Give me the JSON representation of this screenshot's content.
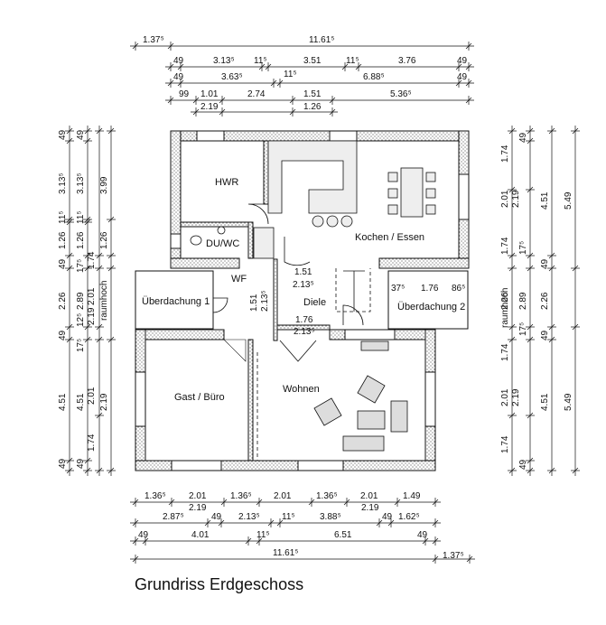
{
  "title": "Grundriss Erdgeschoss",
  "rooms": {
    "hwr": "HWR",
    "kochen": "Kochen / Essen",
    "du": "DU/WC",
    "wf": "WF",
    "ueb1": "Überdachung 1",
    "diele": "Diele",
    "ueb2": "Überdachung 2",
    "gast": "Gast / Büro",
    "wohnen": "Wohnen"
  },
  "interior_dims": {
    "d1": "1.51",
    "d2": "2.13⁵",
    "d3": "1.51",
    "d4": "2.13⁵",
    "d5": "1.76",
    "d6": "2.13⁵",
    "d7": "37⁵",
    "d8": "1.76",
    "d9": "86⁵"
  },
  "top_dims": {
    "r1": [
      "1.37⁵",
      "11.61⁵"
    ],
    "r2": [
      "49",
      "3.13⁵",
      "11⁵",
      "3.51",
      "11⁵",
      "3.76",
      "49"
    ],
    "r3": [
      "49",
      "3.63⁵",
      "11⁵",
      "6.88⁵",
      "49"
    ],
    "r4": [
      "99",
      "1.01",
      "2.74",
      "1.51",
      "5.36⁵"
    ],
    "r5": [
      "2.19",
      "1.26"
    ]
  },
  "bottom_dims": {
    "r1": [
      "1.36⁵",
      "2.01",
      "1.36⁵",
      "2.01",
      "1.36⁵",
      "2.01",
      "1.49"
    ],
    "r2": [
      "2.19",
      "2.19"
    ],
    "r3": [
      "2.87⁵",
      "49",
      "2.13⁵",
      "11⁵",
      "3.88⁵",
      "49",
      "1.62⁵"
    ],
    "r4": [
      "49",
      "4.01",
      "11⁵",
      "6.51",
      "49"
    ],
    "r5": [
      "11.61⁵",
      "1.37⁵"
    ]
  },
  "left_dims": {
    "c1": [
      "49",
      "3.13⁵",
      "11⁵",
      "1.26",
      "49",
      "2.26",
      "49",
      "4.51",
      "49"
    ],
    "c2": [
      "49",
      "3.13⁵",
      "11⁵",
      "1.26",
      "17⁵",
      "2.89",
      "12⁵",
      "17⁵",
      "4.51",
      "49"
    ],
    "c3": [
      "2.01",
      "1.74",
      "2.01",
      "1.74"
    ],
    "c4": [
      "1.26",
      "2.19",
      "2.19",
      "raumhoch"
    ],
    "c5": [
      "3.99",
      "1.26"
    ]
  },
  "right_dims": {
    "c1": [
      "1.74",
      "2.01",
      "1.74",
      "2.26",
      "1.74",
      "2.01",
      "1.74"
    ],
    "c2": [
      "49",
      "2.19",
      "17⁵",
      "raumhoch",
      "17⁵",
      "2.19",
      "49"
    ],
    "c3": [
      "4.51",
      "49",
      "2.89",
      "49",
      "4.51"
    ],
    "c4": [
      "5.49",
      "2.26",
      "5.49"
    ]
  }
}
